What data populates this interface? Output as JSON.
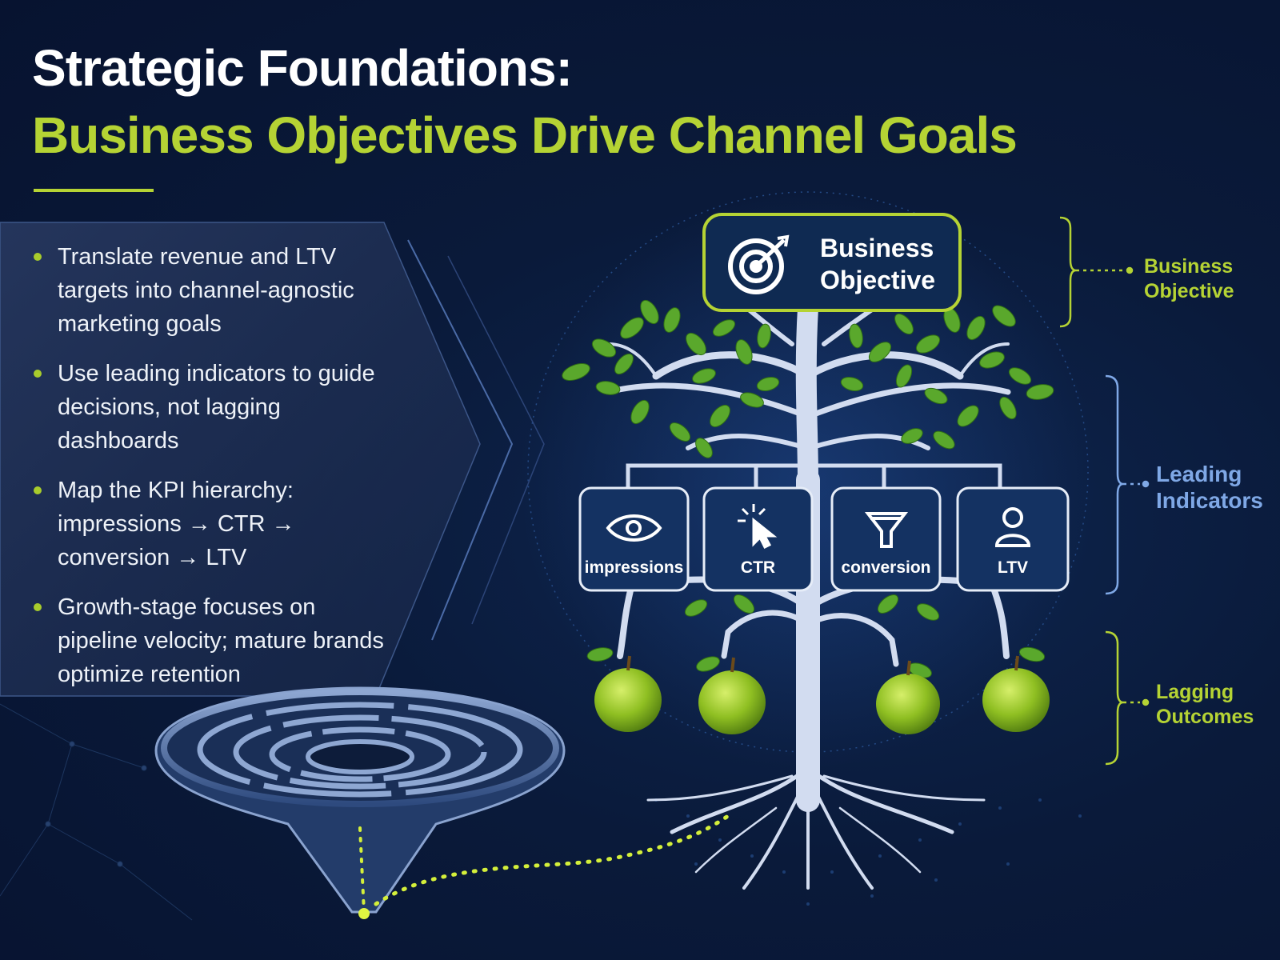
{
  "header": {
    "title_line1": "Strategic Foundations:",
    "title_line2": "Business Objectives Drive Channel Goals"
  },
  "bullets": [
    "Translate revenue and LTV targets into channel-agnostic marketing goals",
    "Use leading indicators to guide decisions, not lagging dashboards",
    "Map the KPI hierarchy: impressions → CTR → conversion → LTV",
    "Growth-stage focuses on pipeline velocity; mature brands optimize retention"
  ],
  "objective_node": {
    "label_line1": "Business",
    "label_line2": "Objective",
    "icon": "target-icon"
  },
  "kpi_nodes": [
    {
      "label": "impressions",
      "icon": "eye-icon"
    },
    {
      "label": "CTR",
      "icon": "cursor-click-icon"
    },
    {
      "label": "conversion",
      "icon": "funnel-icon"
    },
    {
      "label": "LTV",
      "icon": "user-icon"
    }
  ],
  "side_labels": {
    "objective": {
      "line1": "Business",
      "line2": "Objective",
      "color": "#b5d334"
    },
    "leading": {
      "line1": "Leading",
      "line2": "Indicators",
      "color": "#7fa8e6"
    },
    "lagging": {
      "line1": "Lagging",
      "line2": "Outcomes",
      "color": "#b5d334"
    }
  },
  "colors": {
    "accent_green": "#b5d334",
    "accent_blue": "#7fa8e6",
    "background": "#0a1a3a",
    "node_fill": "#143262"
  }
}
